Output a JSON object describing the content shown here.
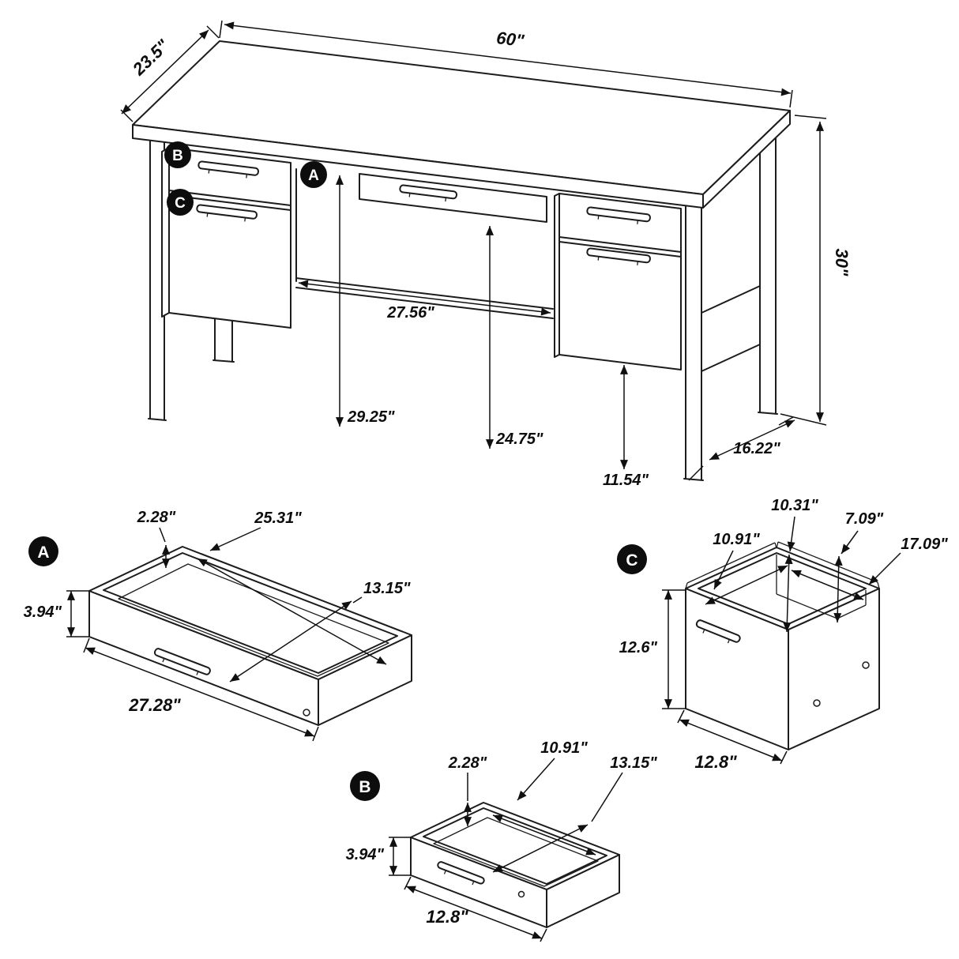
{
  "labels": {
    "a": "A",
    "b": "B",
    "c": "C"
  },
  "desk": {
    "top_length": "60\"",
    "top_depth": "23.5\"",
    "overall_height": "30\"",
    "kneehole_width": "27.56\"",
    "kneehole_height": "29.25\"",
    "drawer_clearance_height": "24.75\"",
    "right_pedestal_clearance": "11.54\"",
    "side_frame_depth": "16.22\""
  },
  "part_a": {
    "rim_thickness": "2.28\"",
    "inner_length": "25.31\"",
    "inner_depth": "13.15\"",
    "height": "3.94\"",
    "outer_width": "27.28\""
  },
  "part_b": {
    "rim_thickness": "2.28\"",
    "inner_length": "10.91\"",
    "inner_depth": "13.15\"",
    "height": "3.94\"",
    "outer_width": "12.8\""
  },
  "part_c": {
    "inner_depth": "10.91\"",
    "inner_height_back": "10.31\"",
    "inner_height_front": "7.09\"",
    "inner_width": "17.09\"",
    "height": "12.6\"",
    "outer_width": "12.8\""
  }
}
